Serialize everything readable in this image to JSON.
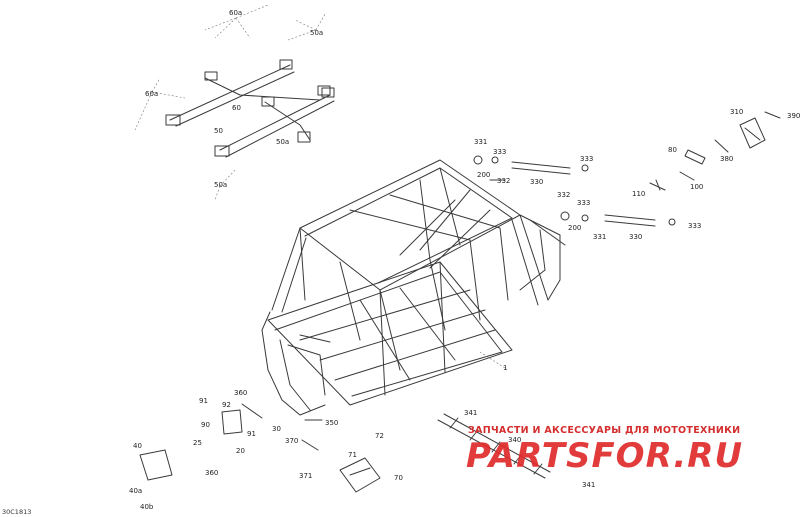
{
  "callouts": [
    "60a",
    "50a",
    "60a",
    "60",
    "50",
    "50a",
    "50a",
    "310",
    "390",
    "80",
    "380",
    "110",
    "100",
    "331",
    "333",
    "200",
    "332",
    "330",
    "333",
    "332",
    "333",
    "200",
    "331",
    "330",
    "333",
    "1",
    "360",
    "91",
    "92",
    "90",
    "91",
    "30",
    "350",
    "370",
    "371",
    "72",
    "71",
    "70",
    "25",
    "20",
    "40",
    "360",
    "40a",
    "40b",
    "341",
    "340",
    "341"
  ],
  "watermark": {
    "tagline": "ЗАПЧАСТИ И АКСЕССУАРЫ ДЛЯ МОТОТЕХНИКИ",
    "logo": "PARTSFOR.RU"
  },
  "reference_code": "30C1813",
  "colors": {
    "line": "#3a3a3a",
    "watermark": "#e02b2b",
    "background": "#ffffff"
  }
}
